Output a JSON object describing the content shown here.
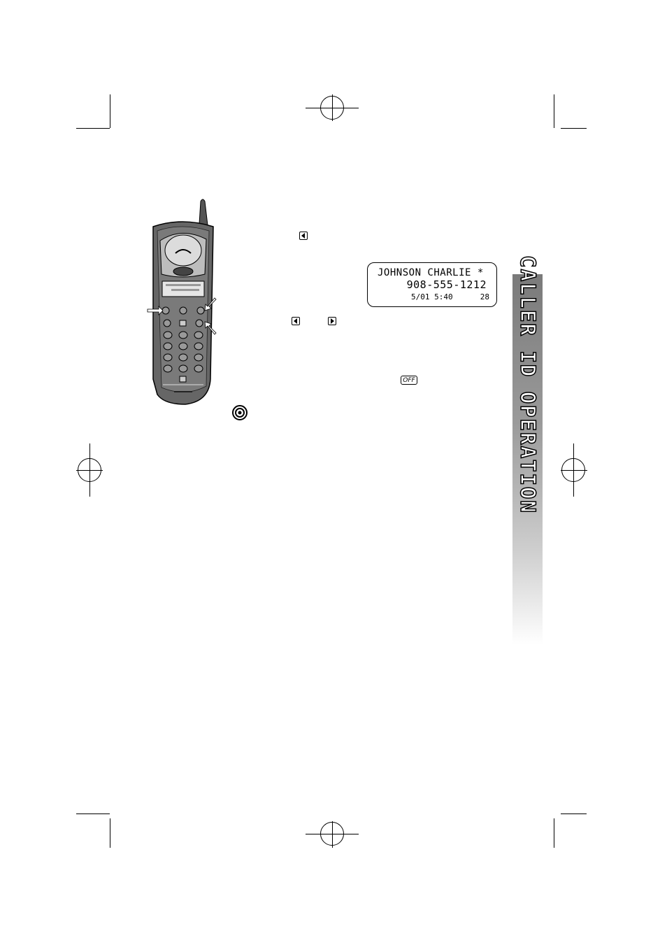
{
  "caller_id_display": {
    "name_line": "JOHNSON CHARLIE *",
    "number_line": "908-555-1212",
    "date_time": "5/01 5:40",
    "count": "28"
  },
  "keys": {
    "left_arrow_icon": "left-arrow-icon",
    "right_arrow_icon": "right-arrow-icon",
    "off_label": "OFF"
  },
  "side_tab": {
    "label": "CALLER ID OPERATION"
  },
  "colors": {
    "tab_dark": "#7a7a7a",
    "tab_light": "#ffffff"
  }
}
